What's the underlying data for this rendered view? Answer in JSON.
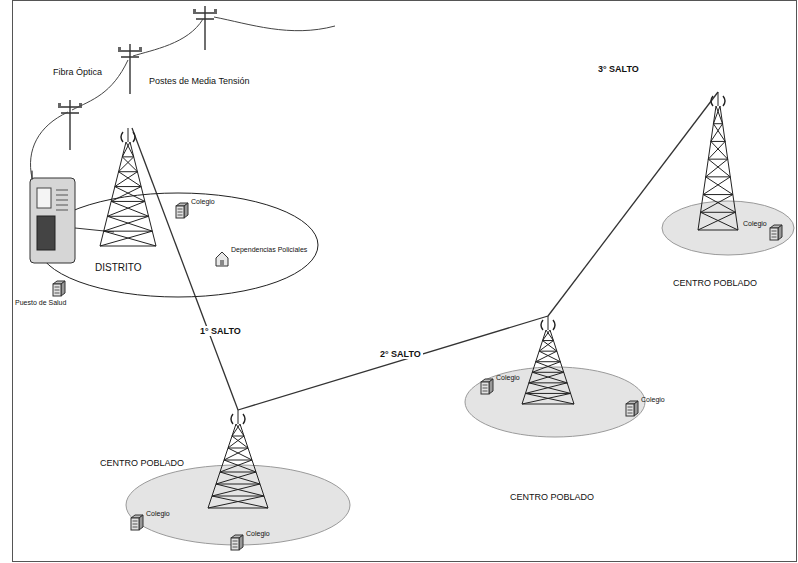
{
  "diagram": {
    "nodes": [
      {
        "text": [
          "DISTRITO"
        ]
      },
      {
        "text": [
          "Colegio"
        ],
        "in": 0
      },
      {
        "text": [
          "Dependencias Policiales"
        ],
        "in": 0
      },
      {
        "text": [
          "Puesto de Salud"
        ],
        "in": 0
      },
      {
        "text": [
          "CENTRO POBLADO"
        ]
      },
      {
        "text": [
          "Colegio"
        ],
        "in": 4
      },
      {
        "text": [
          "CENTRO POBLADO"
        ]
      },
      {
        "text": [
          "Colegio"
        ],
        "in": 6
      },
      {
        "text": [
          "Colegio"
        ],
        "in": 6
      },
      {
        "text": [
          "CENTRO POBLADO"
        ]
      },
      {
        "text": [
          "Colegio"
        ],
        "in": 9
      },
      {
        "text": [
          "Colegio"
        ],
        "in": 9
      }
    ],
    "edges": [
      {
        "from": 0,
        "to": 9,
        "label": "1° SALTO",
        "arrow": "none"
      },
      {
        "from": 9,
        "to": 6,
        "label": "2° SALTO",
        "arrow": "none"
      },
      {
        "from": 6,
        "to": 4,
        "label": "3° SALTO",
        "arrow": "none"
      }
    ],
    "labels": [
      "Fibra Óptica",
      "Postes de Media Tensión"
    ]
  }
}
